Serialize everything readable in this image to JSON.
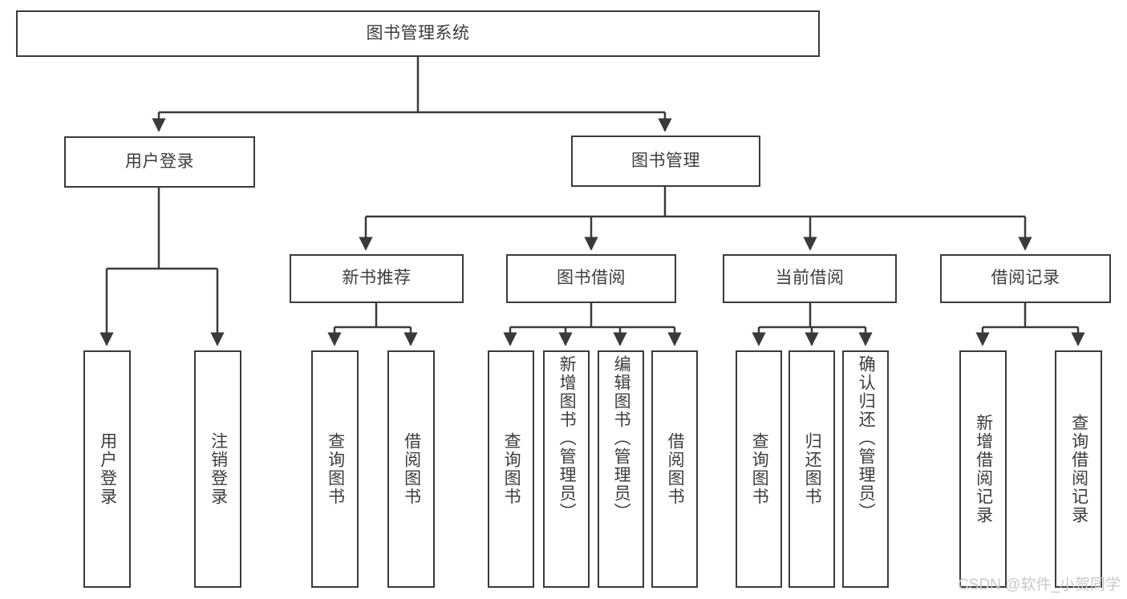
{
  "diagram": {
    "title": "图书管理系统",
    "type": "tree-hierarchy",
    "root": {
      "label": "图书管理系统"
    },
    "level1": [
      {
        "label": "用户登录"
      },
      {
        "label": "图书管理"
      }
    ],
    "level2": [
      {
        "label": "新书推荐"
      },
      {
        "label": "图书借阅"
      },
      {
        "label": "当前借阅"
      },
      {
        "label": "借阅记录"
      }
    ],
    "leaves": {
      "user_login": [
        {
          "label": "用户登录"
        },
        {
          "label": "注销登录"
        }
      ],
      "new_book_recommend": [
        {
          "label": "查询图书"
        },
        {
          "label": "借阅图书"
        }
      ],
      "book_borrow": [
        {
          "label": "查询图书"
        },
        {
          "label": "新增图书（管理员）"
        },
        {
          "label": "编辑图书（管理员）"
        },
        {
          "label": "借阅图书"
        }
      ],
      "current_borrow": [
        {
          "label": "查询图书"
        },
        {
          "label": "归还图书"
        },
        {
          "label": "确认归还（管理员）"
        }
      ],
      "borrow_record": [
        {
          "label": "新增借阅记录"
        },
        {
          "label": "查询借阅记录"
        }
      ]
    }
  },
  "watermark": {
    "text": "CSDN @软件_小贺同学"
  },
  "colors": {
    "border": "#3a3a3a",
    "text": "#3c3c3c",
    "background": "#ffffff",
    "watermark": "#c9c9c9"
  }
}
